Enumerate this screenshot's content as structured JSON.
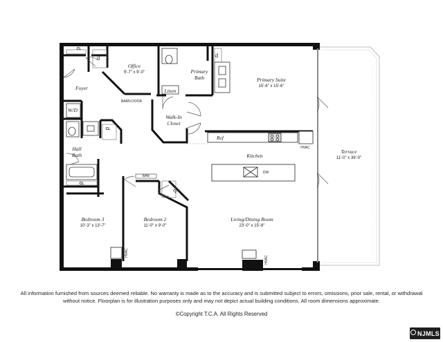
{
  "rooms": {
    "office": {
      "name": "Office",
      "dims": "9'-7\" x 9'-0\""
    },
    "primary_bath": {
      "name_line1": "Primary",
      "name_line2": "Bath"
    },
    "primary_suite": {
      "name": "Primary Suite",
      "dims": "15'-6\" x 15'-6\""
    },
    "foyer": {
      "name": "Foyer"
    },
    "walk_in": {
      "name_line1": "Walk-In",
      "name_line2": "Closet"
    },
    "hall_bath": {
      "name_line1": "Hall",
      "name_line2": "Bath"
    },
    "kitchen": {
      "name": "Kitchen"
    },
    "terrace": {
      "name": "Terrace",
      "dims": "11'-0\" x 39'-0\""
    },
    "bedroom3": {
      "name": "Bedroom 3",
      "dims": "10'-3\" x 13'-7\""
    },
    "bedroom2": {
      "name": "Bedroom 2",
      "dims": "11'-0\" x 9'-0\""
    },
    "living": {
      "name": "Living/Dining Room",
      "dims": "23'-0\" x 15'-8\""
    }
  },
  "labels": {
    "cl": "CL",
    "linen": "Linen",
    "barn_door": "BARN DOOR",
    "wd": "W/D",
    "ref": "Ref",
    "hvac": "HVAC",
    "dw": "DW",
    "bar": "BAR"
  },
  "footer": {
    "disclaimer": "All information furnished from sources deemed reliable. No warranty is made as to the accuracy and is submitted subject to errors, omissions, prior sale, rental, or withdrawal without notice. Floorplan is for illustration purposes only and may not depict actual building conditions. All room dimensions approximate.",
    "copyright": "©Copyright T.C.A. All Rights Reserved",
    "badge": "NJMLS"
  }
}
